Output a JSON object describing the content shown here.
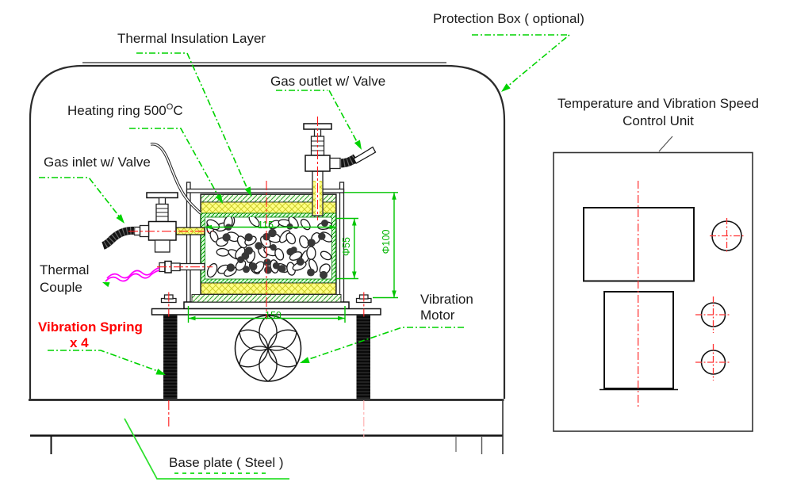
{
  "diagram": {
    "labels": {
      "protection_box": "Protection Box  ( optional)",
      "thermal_insulation": "Thermal Insulation Layer",
      "gas_outlet": "Gas outlet w/ Valve",
      "heating_ring": {
        "main": "Heating ring 500",
        "sup": "O",
        "end": "C"
      },
      "gas_inlet": "Gas inlet w/ Valve",
      "thermal_couple_line1": "Thermal",
      "thermal_couple_line2": "Couple",
      "vibration_spring_line1": "Vibration Spring",
      "vibration_spring_line2": "x 4",
      "vibration_motor_line1": "Vibration",
      "vibration_motor_line2": "Motor",
      "base_plate": "Base plate ( Steel )",
      "control_unit_line1": "Temperature and Vibration Speed",
      "control_unit_line2": "Control Unit"
    },
    "dimensions": {
      "chamber_width": "115",
      "chamber_diameter": "Φ55",
      "vessel_diameter": "Φ100",
      "base_width": "150"
    },
    "control_unit": {
      "displays": 2,
      "knobs": 3
    },
    "particles": {
      "ellipses": 46,
      "dots": 26
    },
    "colors": {
      "leader_green": "#00d300",
      "dimension_green": "#00c400",
      "centerline_red": "#ff1a1a",
      "spring_label_red": "#ff0000",
      "thermocouple_magenta": "#ff00ff",
      "insulation_yellow": "#ffff85",
      "hatch_green": "#2f9e2f",
      "line_black": "#222222"
    }
  }
}
